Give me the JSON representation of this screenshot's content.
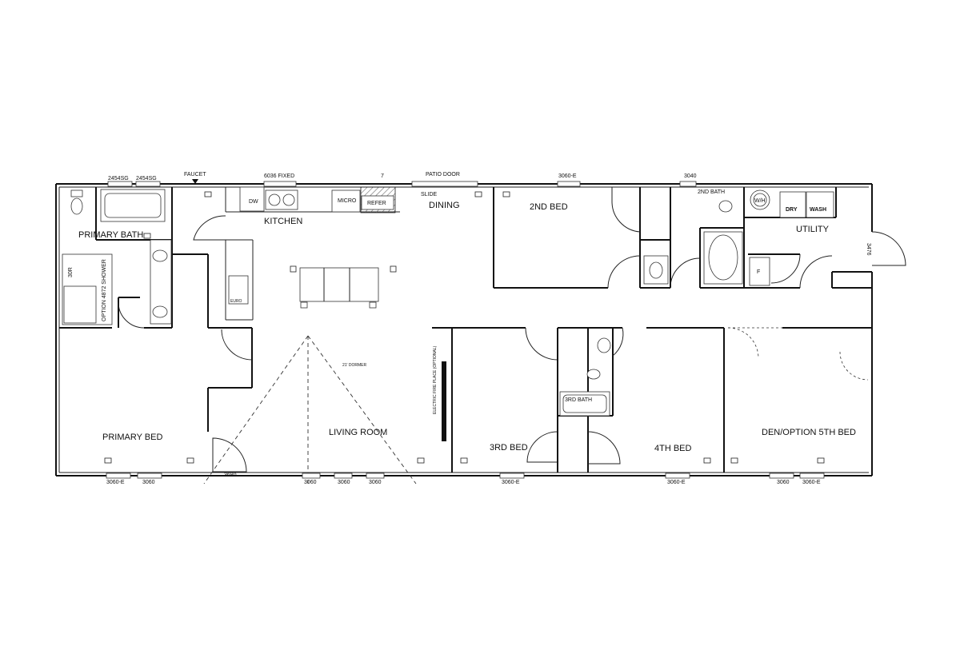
{
  "rooms": {
    "primary_bath": "PRIMARY BATH",
    "kitchen": "KITCHEN",
    "dining": "DINING",
    "bed2": "2ND BED",
    "bath2": "2ND BATH",
    "utility": "UTILITY",
    "primary_bed": "PRIMARY BED",
    "living": "LIVING ROOM",
    "bed3": "3RD BED",
    "bath3": "3RD BATH",
    "bed4": "4TH BED",
    "den": "DEN/OPTION 5TH BED"
  },
  "fixtures": {
    "dw": "DW",
    "micro": "MICRO",
    "refer": "REFER",
    "refer_num": "7",
    "euro": "EURO",
    "wh": "W/H",
    "dry": "DRY",
    "wash": "WASH",
    "f": "F",
    "shower_opt": "OPTION 4872 SHOWER",
    "shower_dim": "30R",
    "fireplace": "ELECTRIC FIRE PLACE (OPTIONAL)",
    "dormer": "21' DORMER"
  },
  "top_labels": {
    "w1": "2454SG",
    "w2": "2454SG",
    "faucet": "FAUCET",
    "w3": "6036 FIXED",
    "patio": "PATIO DOOR",
    "slide": "SLIDE",
    "w4": "3060-E",
    "w5": "3040"
  },
  "bottom_labels": {
    "b1": "3060-E",
    "b2": "3060",
    "b3": "3680",
    "b4": "3060",
    "b5": "3060",
    "b6": "3060",
    "b7": "3060-E",
    "b8": "3060-E",
    "b9": "3060",
    "b10": "3060-E"
  },
  "side_labels": {
    "r1": "3476"
  }
}
